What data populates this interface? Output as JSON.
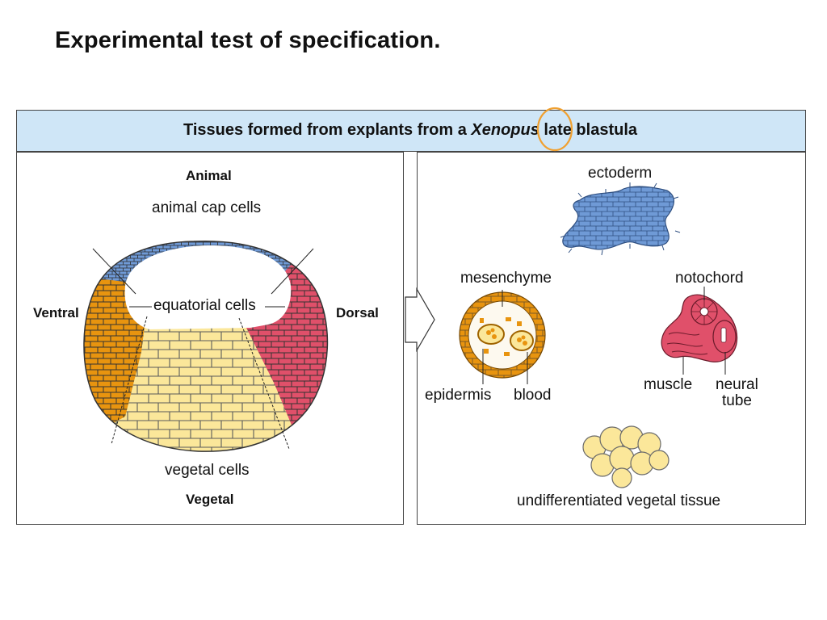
{
  "slide": {
    "title": "Experimental test of specification."
  },
  "figure": {
    "header": {
      "prefix": "Tissues formed from explants from a ",
      "species": "Xenopus",
      "stage_word": "late",
      "suffix": " blastula"
    },
    "left_panel": {
      "animal": "Animal",
      "animal_cap_cells": "animal cap cells",
      "equatorial_cells": "equatorial cells",
      "vegetal_cells": "vegetal cells",
      "vegetal": "Vegetal",
      "ventral": "Ventral",
      "dorsal": "Dorsal"
    },
    "right_panel": {
      "ectoderm": "ectoderm",
      "mesenchyme": "mesenchyme",
      "epidermis": "epidermis",
      "blood": "blood",
      "notochord": "notochord",
      "muscle": "muscle",
      "neural_tube_1": "neural",
      "neural_tube_2": "tube",
      "undifferentiated": "undifferentiated vegetal tissue"
    },
    "colors": {
      "header_bg": "#cfe6f7",
      "animal_blue": "#6f9ad6",
      "ventral_orange": "#e8940f",
      "dorsal_red": "#e0506a",
      "vegetal_yellow": "#fbe79a",
      "highlight_circle": "#f0a030"
    }
  }
}
